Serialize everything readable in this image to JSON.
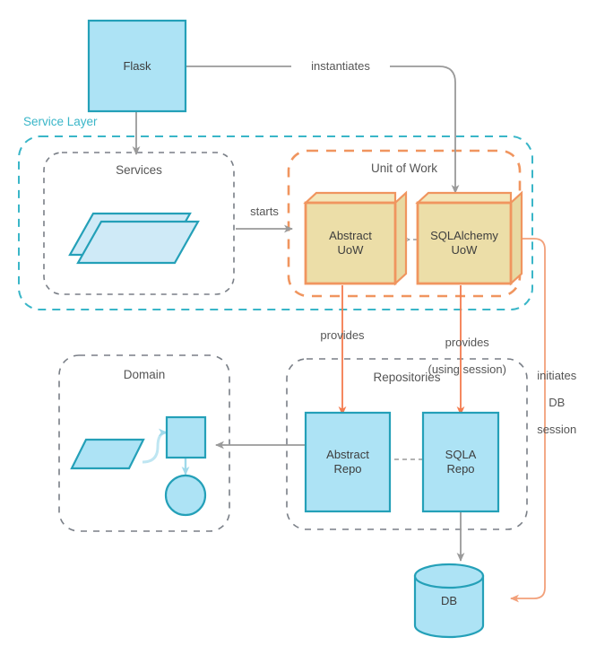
{
  "diagram": {
    "title": "Unit of Work and Repository architecture",
    "nodes": {
      "flask": {
        "label": "Flask",
        "shape": "rect",
        "fill": "#ade3f5",
        "stroke": "#24a0b8"
      },
      "services": {
        "label": "Services",
        "shape": "stacked-parallelogram",
        "fill": "#cfeaf7",
        "stroke": "#24a0b8"
      },
      "abstract_uow": {
        "label": "Abstract\nUoW",
        "shape": "node3d",
        "fill": "#ecdea8",
        "stroke": "#f0955f"
      },
      "sqlalchemy_uow": {
        "label": "SQLAlchemy\nUoW",
        "shape": "node3d",
        "fill": "#ecdea8",
        "stroke": "#f0955f"
      },
      "abstract_repo": {
        "label": "Abstract\nRepo",
        "shape": "rect",
        "fill": "#ade3f5",
        "stroke": "#24a0b8"
      },
      "sqla_repo": {
        "label": "SQLA\nRepo",
        "shape": "rect",
        "fill": "#ade3f5",
        "stroke": "#24a0b8"
      },
      "db": {
        "label": "DB",
        "shape": "cylinder",
        "fill": "#ade3f5",
        "stroke": "#24a0b8"
      },
      "domain_parallelogram": {
        "label": "",
        "shape": "parallelogram",
        "fill": "#ade3f5",
        "stroke": "#24a0b8"
      },
      "domain_square": {
        "label": "",
        "shape": "rect",
        "fill": "#ade3f5",
        "stroke": "#24a0b8"
      },
      "domain_circle": {
        "label": "",
        "shape": "circle",
        "fill": "#ade3f5",
        "stroke": "#24a0b8"
      }
    },
    "groups": {
      "service_layer": {
        "label": "Service Layer",
        "style": "dashed",
        "color": "#3ab6c8"
      },
      "services_box": {
        "label": "Services",
        "style": "dashed",
        "color": "#7a7f87"
      },
      "unit_of_work": {
        "label": "Unit of Work",
        "style": "dashed",
        "color": "#f0955f"
      },
      "domain": {
        "label": "Domain",
        "style": "dashed",
        "color": "#7a7f87"
      },
      "repositories": {
        "label": "Repositories",
        "style": "dashed",
        "color": "#7a7f87"
      }
    },
    "edges": [
      {
        "label": "instantiates",
        "from": "flask",
        "to": "sqlalchemy_uow",
        "color": "#9a9a9a"
      },
      {
        "label": "",
        "from": "flask",
        "to": "services_box",
        "color": "#9a9a9a"
      },
      {
        "label": "starts",
        "from": "services_box",
        "to": "abstract_uow",
        "color": "#9a9a9a"
      },
      {
        "label": "",
        "from": "sqlalchemy_uow",
        "to": "abstract_uow",
        "color": "#9a9a9a",
        "style": "dashed-hollow-arrow"
      },
      {
        "label": "provides",
        "from": "abstract_uow",
        "to": "abstract_repo",
        "color": "#f47b4e"
      },
      {
        "label": "provides\n(using session)",
        "from": "sqlalchemy_uow",
        "to": "sqla_repo",
        "color": "#f47b4e"
      },
      {
        "label": "initiates\nDB\nsession",
        "from": "sqlalchemy_uow",
        "to": "db",
        "color": "#f2a07a"
      },
      {
        "label": "",
        "from": "sqla_repo",
        "to": "abstract_repo",
        "color": "#9a9a9a",
        "style": "dashed-hollow-arrow"
      },
      {
        "label": "",
        "from": "repositories",
        "to": "domain",
        "color": "#9a9a9a"
      },
      {
        "label": "",
        "from": "sqla_repo",
        "to": "db",
        "color": "#9a9a9a"
      }
    ],
    "edge_labels": {
      "instantiates": "instantiates",
      "starts": "starts",
      "provides_left": "provides",
      "provides_right_line1": "provides",
      "provides_right_line2": "(using session)",
      "initiates_line1": "initiates",
      "initiates_line2": "DB",
      "initiates_line3": "session"
    },
    "node_labels": {
      "flask": "Flask",
      "abstract_uow_line1": "Abstract",
      "abstract_uow_line2": "UoW",
      "sqlalchemy_uow_line1": "SQLAlchemy",
      "sqlalchemy_uow_line2": "UoW",
      "abstract_repo_line1": "Abstract",
      "abstract_repo_line2": "Repo",
      "sqla_repo_line1": "SQLA",
      "sqla_repo_line2": "Repo",
      "db": "DB"
    },
    "group_labels": {
      "service_layer": "Service Layer",
      "services": "Services",
      "unit_of_work": "Unit of Work",
      "domain": "Domain",
      "repositories": "Repositories"
    },
    "colors": {
      "blue_fill": "#ade3f5",
      "blue_stroke": "#24a0b8",
      "khaki_fill": "#ecdea8",
      "orange_stroke": "#f0955f",
      "orange_arrow": "#f47b4e",
      "gray_arrow": "#9a9a9a",
      "gray_dash": "#7a7f87",
      "teal_dash": "#3ab6c8",
      "text": "#555555"
    }
  }
}
